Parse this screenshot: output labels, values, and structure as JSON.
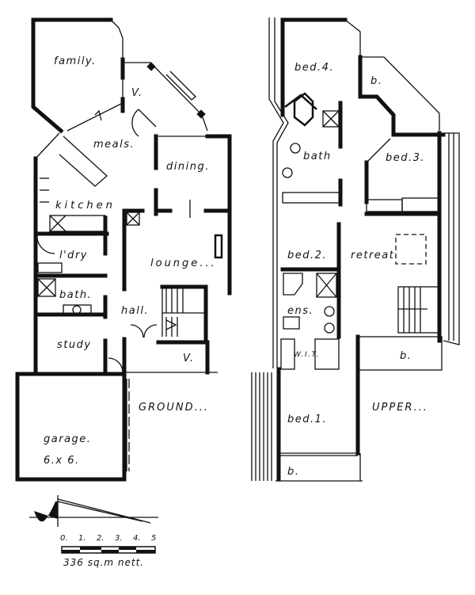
{
  "ground_floor": {
    "title": "GROUND...",
    "rooms": {
      "family": "family.",
      "verandah_top": "V.",
      "meals": "meals.",
      "dining": "dining.",
      "kitchen": "kitchen",
      "laundry": "l'dry",
      "lounge": "lounge...",
      "bath": "bath.",
      "hall": "hall.",
      "study": "study",
      "verandah_entry": "V.",
      "garage": "garage.",
      "garage_size": "6.x 6."
    }
  },
  "upper_floor": {
    "title": "UPPER...",
    "rooms": {
      "bed4": "bed.4.",
      "balcony_top": "b.",
      "bath": "bath",
      "bed3": "bed.3.",
      "bed2": "bed.2.",
      "retreat": "retreat.",
      "ensuite": "ens.",
      "wir": "W.I.T.",
      "balcony_mid": "b.",
      "bed1": "bed.1.",
      "balcony_bottom": "b."
    }
  },
  "scale": {
    "ticks": [
      "0.",
      "1.",
      "2.",
      "3.",
      "4.",
      "5"
    ],
    "area": "336 sq.m nett."
  }
}
